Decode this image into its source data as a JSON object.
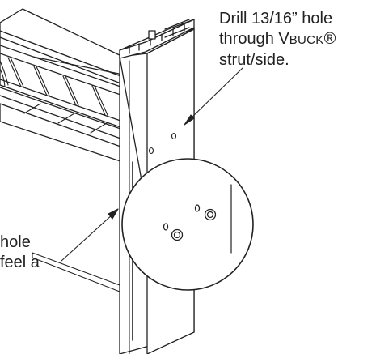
{
  "callouts": {
    "drill_instruction": {
      "line1": "Drill 13/16” hole",
      "line2_prefix": "through V",
      "line2_smallcaps": "BUCK",
      "line2_suffix": "®",
      "line3": "strut/side."
    },
    "partial_left_note": {
      "line1": "hole",
      "line2": "feel a"
    }
  },
  "colors": {
    "ink": "#222222",
    "paper": "#ffffff"
  }
}
